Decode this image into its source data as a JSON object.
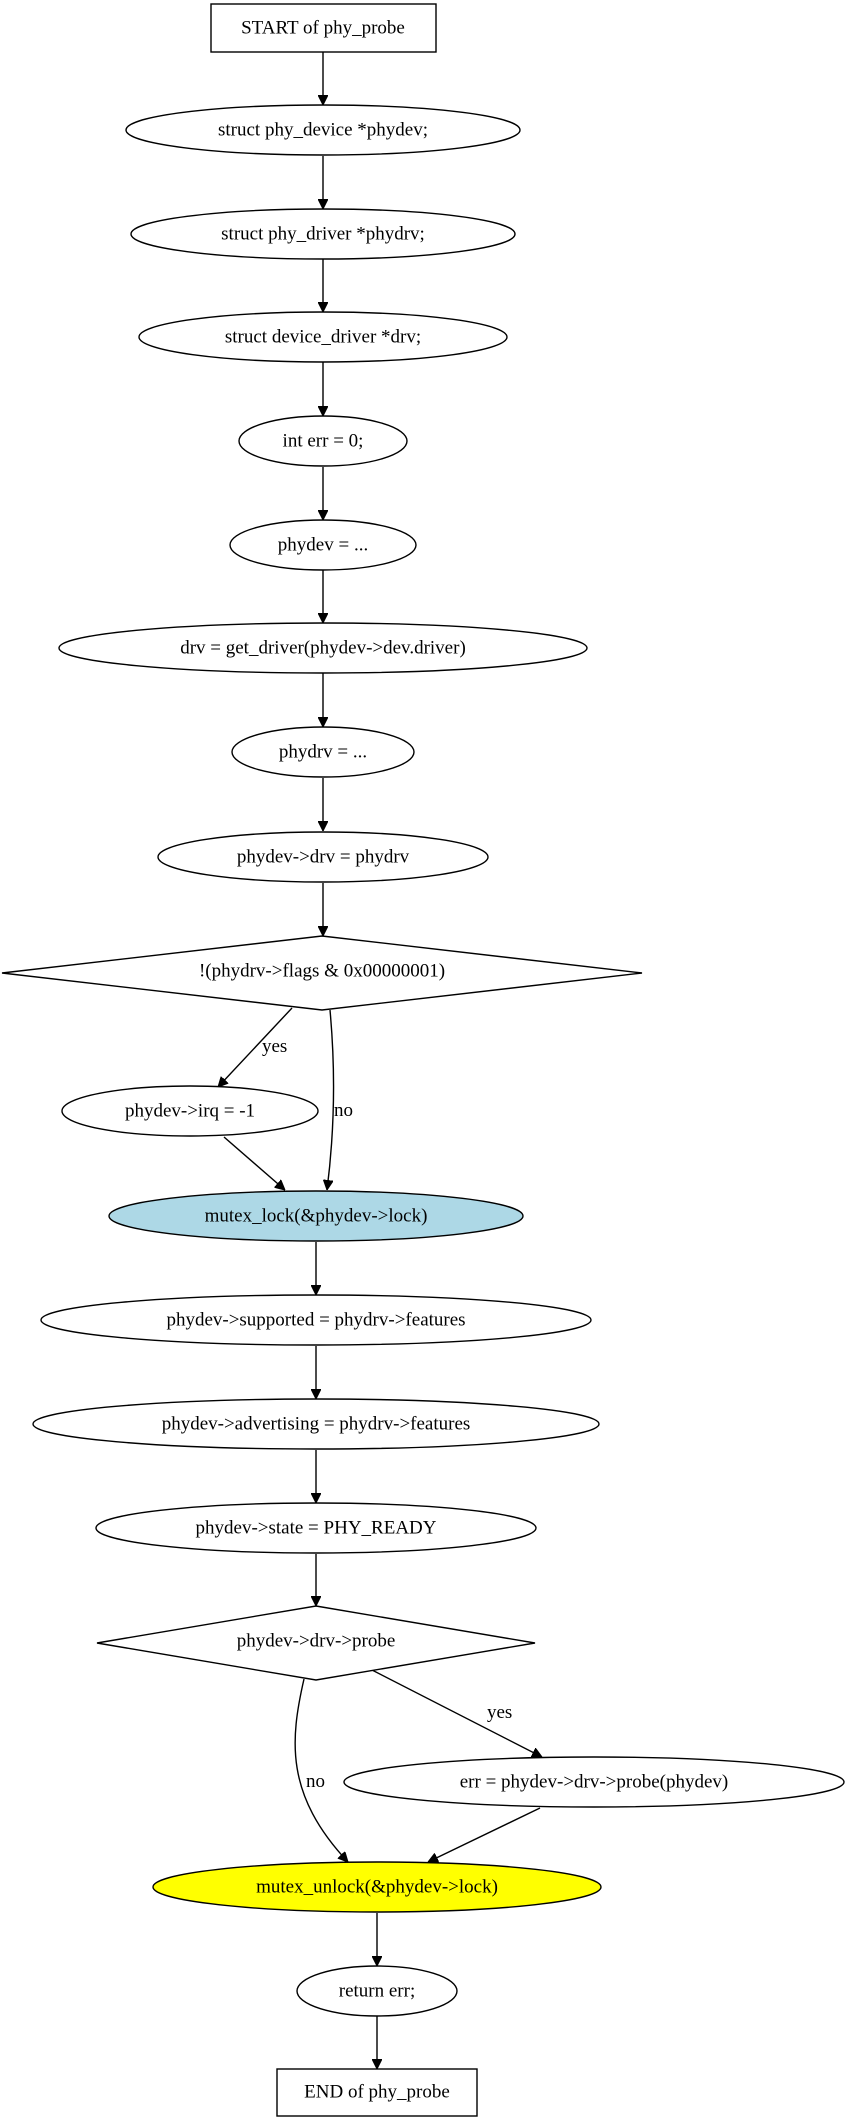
{
  "nodes": {
    "start": "START of phy_probe",
    "decl_phydev": "struct phy_device *phydev;",
    "decl_phydrv": "struct phy_driver *phydrv;",
    "decl_drv": "struct device_driver *drv;",
    "decl_err": "int err = 0;",
    "assign_phydev": "phydev = ...",
    "assign_drv": "drv = get_driver(phydev->dev.driver)",
    "assign_phydrv": "phydrv = ...",
    "assign_phydev_drv": "phydev->drv = phydrv",
    "cond_flags": "!(phydrv->flags & 0x00000001)",
    "assign_irq": "phydev->irq = -1",
    "mutex_lock": "mutex_lock(&phydev->lock)",
    "assign_supported": "phydev->supported = phydrv->features",
    "assign_advertising": "phydev->advertising = phydrv->features",
    "assign_state": "phydev->state = PHY_READY",
    "cond_probe": "phydev->drv->probe",
    "call_probe": "err = phydev->drv->probe(phydev)",
    "mutex_unlock": "mutex_unlock(&phydev->lock)",
    "return_err": "return err;",
    "end": "END of phy_probe"
  },
  "edges": {
    "flags_yes": "yes",
    "flags_no": "no",
    "probe_yes": "yes",
    "probe_no": "no"
  },
  "colors": {
    "mutex_lock_fill": "#add8e6",
    "mutex_unlock_fill": "#ffff00"
  }
}
